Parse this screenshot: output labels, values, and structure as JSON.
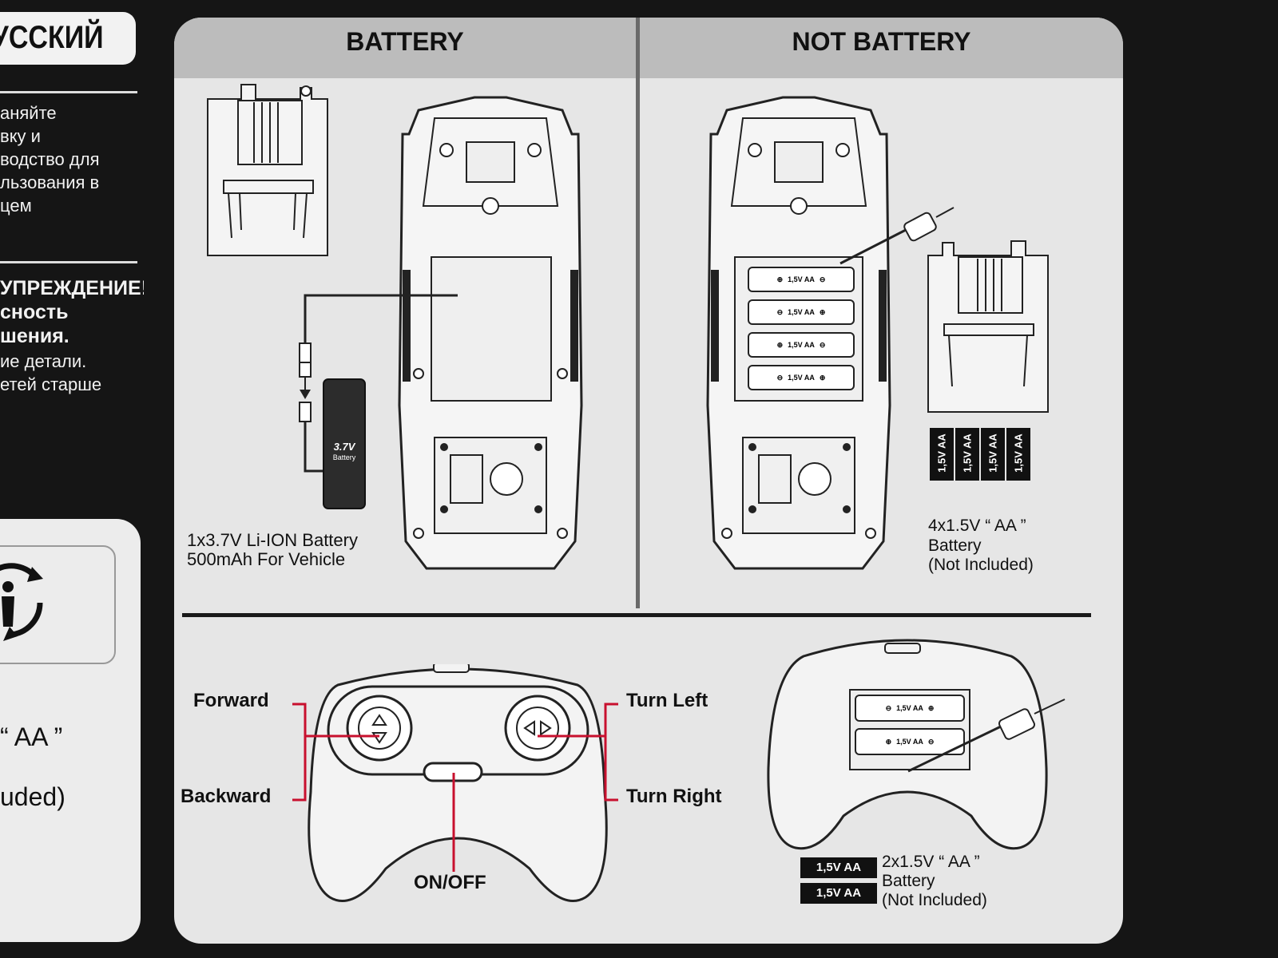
{
  "left_panel": {
    "language_label": "УССКИЙ",
    "instruction_lines": [
      "аняйте",
      "вку и",
      "водство для",
      "льзования в",
      "цем"
    ],
    "warning_lines": [
      "УПРЕЖДЕНИЕ!",
      "сность",
      "шения."
    ],
    "warning_text_lines": [
      "ие детали.",
      "етей старше"
    ],
    "battery_type": "“ AA ”",
    "battery_note": "uded)"
  },
  "battery_section": {
    "title": "BATTERY",
    "battery_label": "3.7V",
    "battery_sublabel": "Battery",
    "caption_line1": "1x3.7V Li-ION Battery",
    "caption_line2": "500mAh For Vehicle"
  },
  "not_battery_section": {
    "title": "NOT BATTERY",
    "cell_label": "1,5V AA",
    "standing_cells": [
      "1,5V AA",
      "1,5V AA",
      "1,5V AA",
      "1,5V AA"
    ],
    "caption_line1": "4x1.5V “ AA ”",
    "caption_line2": "Battery",
    "caption_line3": "(Not Included)"
  },
  "controller": {
    "forward": "Forward",
    "backward": "Backward",
    "turn_left": "Turn Left",
    "turn_right": "Turn Right",
    "on_off": "ON/OFF",
    "accent_color": "#c8102e"
  },
  "remote_battery": {
    "cell_label": "1,5V AA",
    "badge_top": "1,5V AA",
    "badge_bottom": "1,5V AA",
    "caption_line1": "2x1.5V “ AA ”",
    "caption_line2": "Battery",
    "caption_line3": "(Not Included)"
  }
}
